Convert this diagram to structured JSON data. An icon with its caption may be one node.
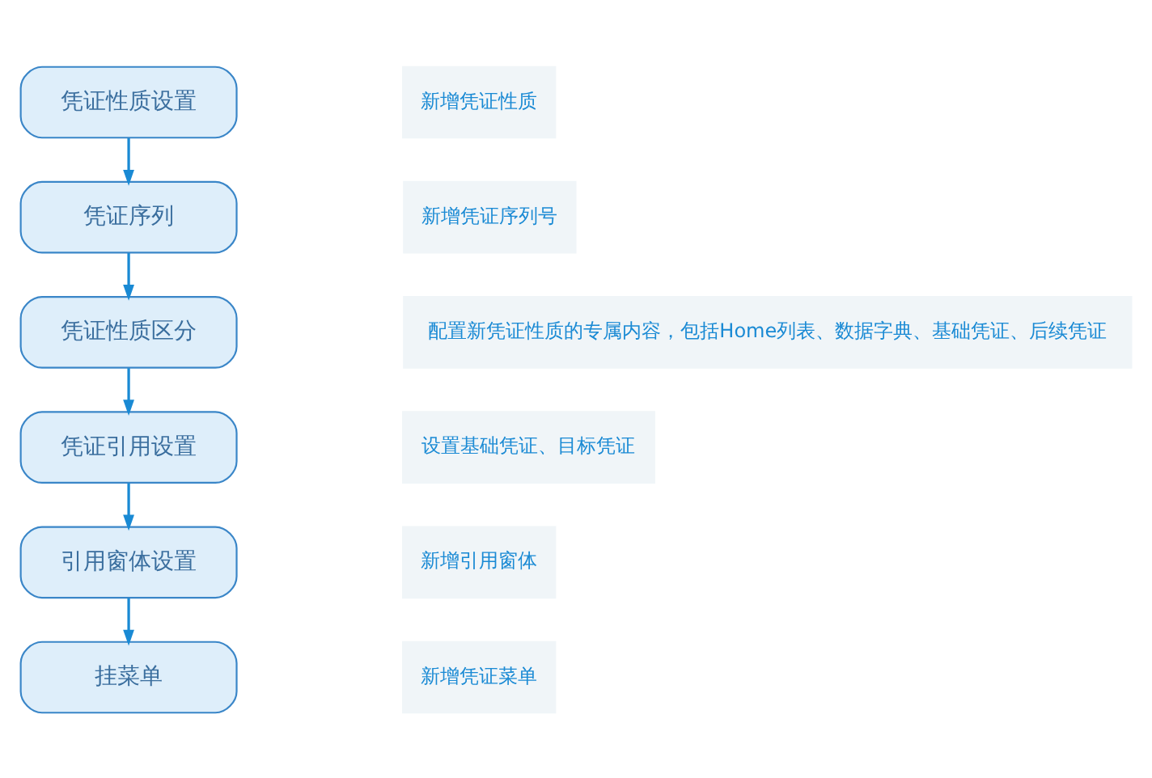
{
  "diagram": {
    "nodes": [
      {
        "text": [
          "凭证性质设置"
        ]
      },
      {
        "text": [
          "新增凭证性质"
        ]
      },
      {
        "text": [
          "凭证序列"
        ]
      },
      {
        "text": [
          "新增凭证序列号"
        ]
      },
      {
        "text": [
          "凭证性质区分"
        ]
      },
      {
        "text": [
          "配置新凭证性质的专属内容，包括Home列表、数据字典、基础凭证、后续凭证"
        ]
      },
      {
        "text": [
          "凭证引用设置"
        ]
      },
      {
        "text": [
          "设置基础凭证、目标凭证"
        ]
      },
      {
        "text": [
          "引用窗体设置"
        ]
      },
      {
        "text": [
          "新增引用窗体"
        ]
      },
      {
        "text": [
          "挂菜单"
        ]
      },
      {
        "text": [
          "新增凭证菜单"
        ]
      }
    ],
    "edges": [
      {
        "from": 0,
        "to": 2,
        "arrow": "to"
      },
      {
        "from": 2,
        "to": 4,
        "arrow": "to"
      },
      {
        "from": 4,
        "to": 6,
        "arrow": "to"
      },
      {
        "from": 6,
        "to": 8,
        "arrow": "to"
      },
      {
        "from": 8,
        "to": 10,
        "arrow": "to"
      }
    ]
  }
}
